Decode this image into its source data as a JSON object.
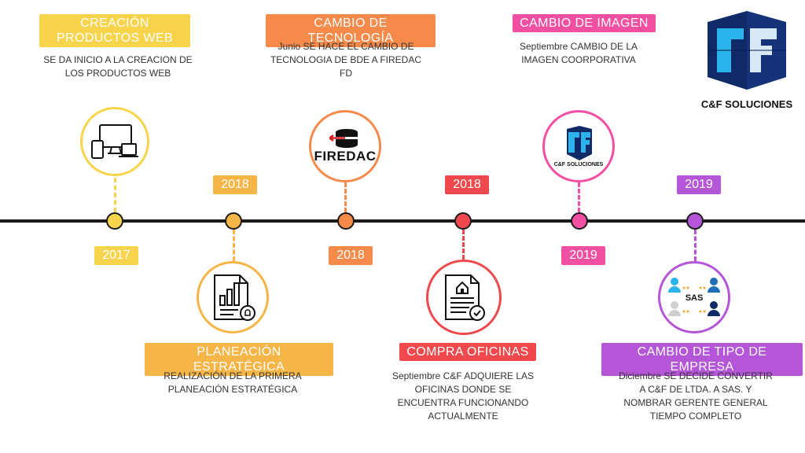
{
  "events": [
    {
      "year": "2017",
      "title": "CREACIÓN PRODUCTOS WEB",
      "description": "SE DA INICIO A LA CREACION DE LOS PRODUCTOS WEB",
      "color": "#f7d44c",
      "icon": "devices-icon"
    },
    {
      "year": "2018",
      "title": "PLANEACIÓN ESTRATÉGICA",
      "description": "REALIZACIÓN DE LA PRIMERA PLANEACIÓN ESTRATÉGICA",
      "color": "#f5b547",
      "icon": "report-chart-icon"
    },
    {
      "year": "2018",
      "title": "CAMBIO DE TECNOLOGÍA",
      "description": "Junio SE HACE EL CAMBIO DE TECNOLOGIA DE BDE A FIREDAC FD",
      "color": "#f58a4b",
      "icon": "firedac-logo",
      "icon_text": "FIREDAC"
    },
    {
      "year": "2018",
      "title": "COMPRA OFICINAS",
      "description": "Septiembre C&F ADQUIERE LAS OFICINAS DONDE SE ENCUENTRA FUNCIONANDO ACTUALMENTE",
      "color": "#f0494d",
      "icon": "property-document-icon"
    },
    {
      "year": "2019",
      "title": "CAMBIO DE IMAGEN",
      "description": "Septiembre CAMBIO DE LA IMAGEN COORPORATIVA",
      "color": "#f14fa2",
      "icon": "cf-logo-icon",
      "icon_text": "C&F SOLUCIONES"
    },
    {
      "year": "2019",
      "title": "CAMBIO DE TIPO DE EMPRESA",
      "description": "Diciembre SE DECIDE CONVERTIR A C&F DE LTDA. A SAS. Y NOMBRAR GERENTE GENERAL TIEMPO COMPLETO",
      "color": "#b556d8",
      "icon": "people-network-icon",
      "icon_text": "SAS"
    }
  ],
  "brand": {
    "name": "C&F SOLUCIONES",
    "dark": "#0f2a66",
    "light": "#2bb3ec"
  },
  "timeline_color": "#1a1a1a"
}
